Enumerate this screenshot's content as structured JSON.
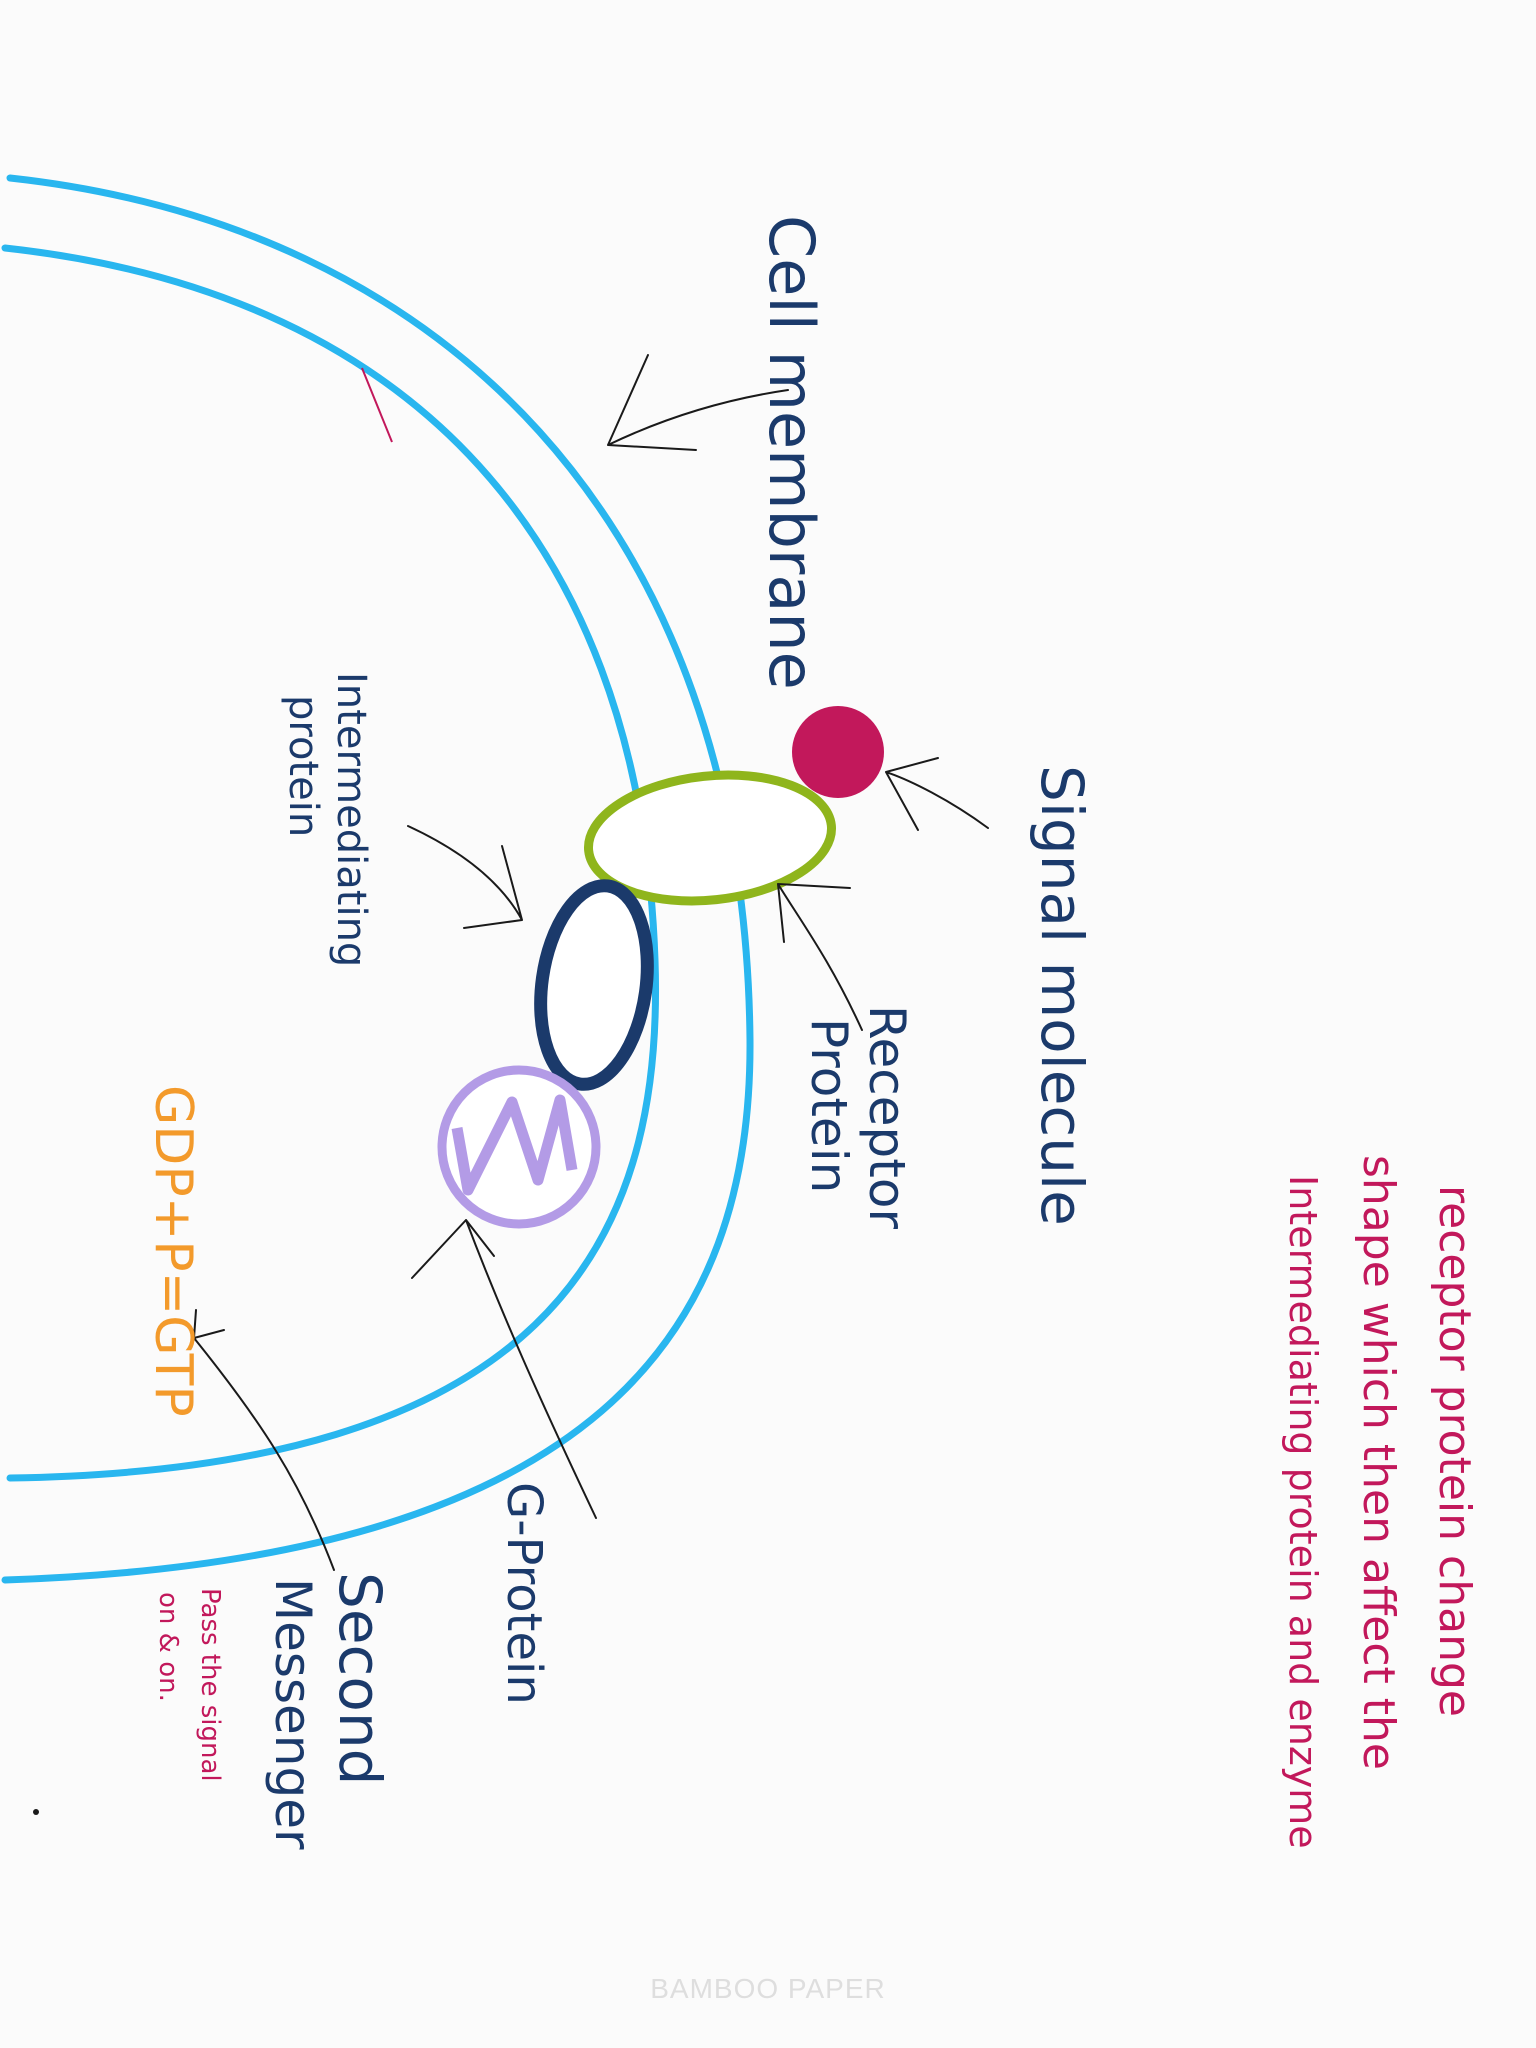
{
  "labels": {
    "cell_membrane": "Cell membrane",
    "signal_molecule": "Signal molecule",
    "receptor_protein_line1": "Receptor",
    "receptor_protein_line2": "Protein",
    "intermediating_line1": "Intermediating",
    "intermediating_line2": "protein",
    "g_protein": "G-Protein",
    "second_messenger_line1": "Second",
    "second_messenger_line2": "Messenger",
    "pass_signal_line1": "Pass the signal",
    "pass_signal_line2": "on & on.",
    "gdp_equation": "GDP+P=GTP",
    "note_line1": "receptor protein change",
    "note_line2": "shape which then affect the",
    "note_line3": "Intermediating protein and enzyme"
  },
  "watermark": "BAMBOO PAPER",
  "colors": {
    "membrane": "#29b6ef",
    "receptor": "#8fb51c",
    "signal": "#c2185b",
    "intermediating": "#1b3a6b",
    "g_protein": "#b39be6",
    "text_navy": "#1b3a6b",
    "text_pink": "#c2185b",
    "text_orange": "#f39a2b"
  }
}
